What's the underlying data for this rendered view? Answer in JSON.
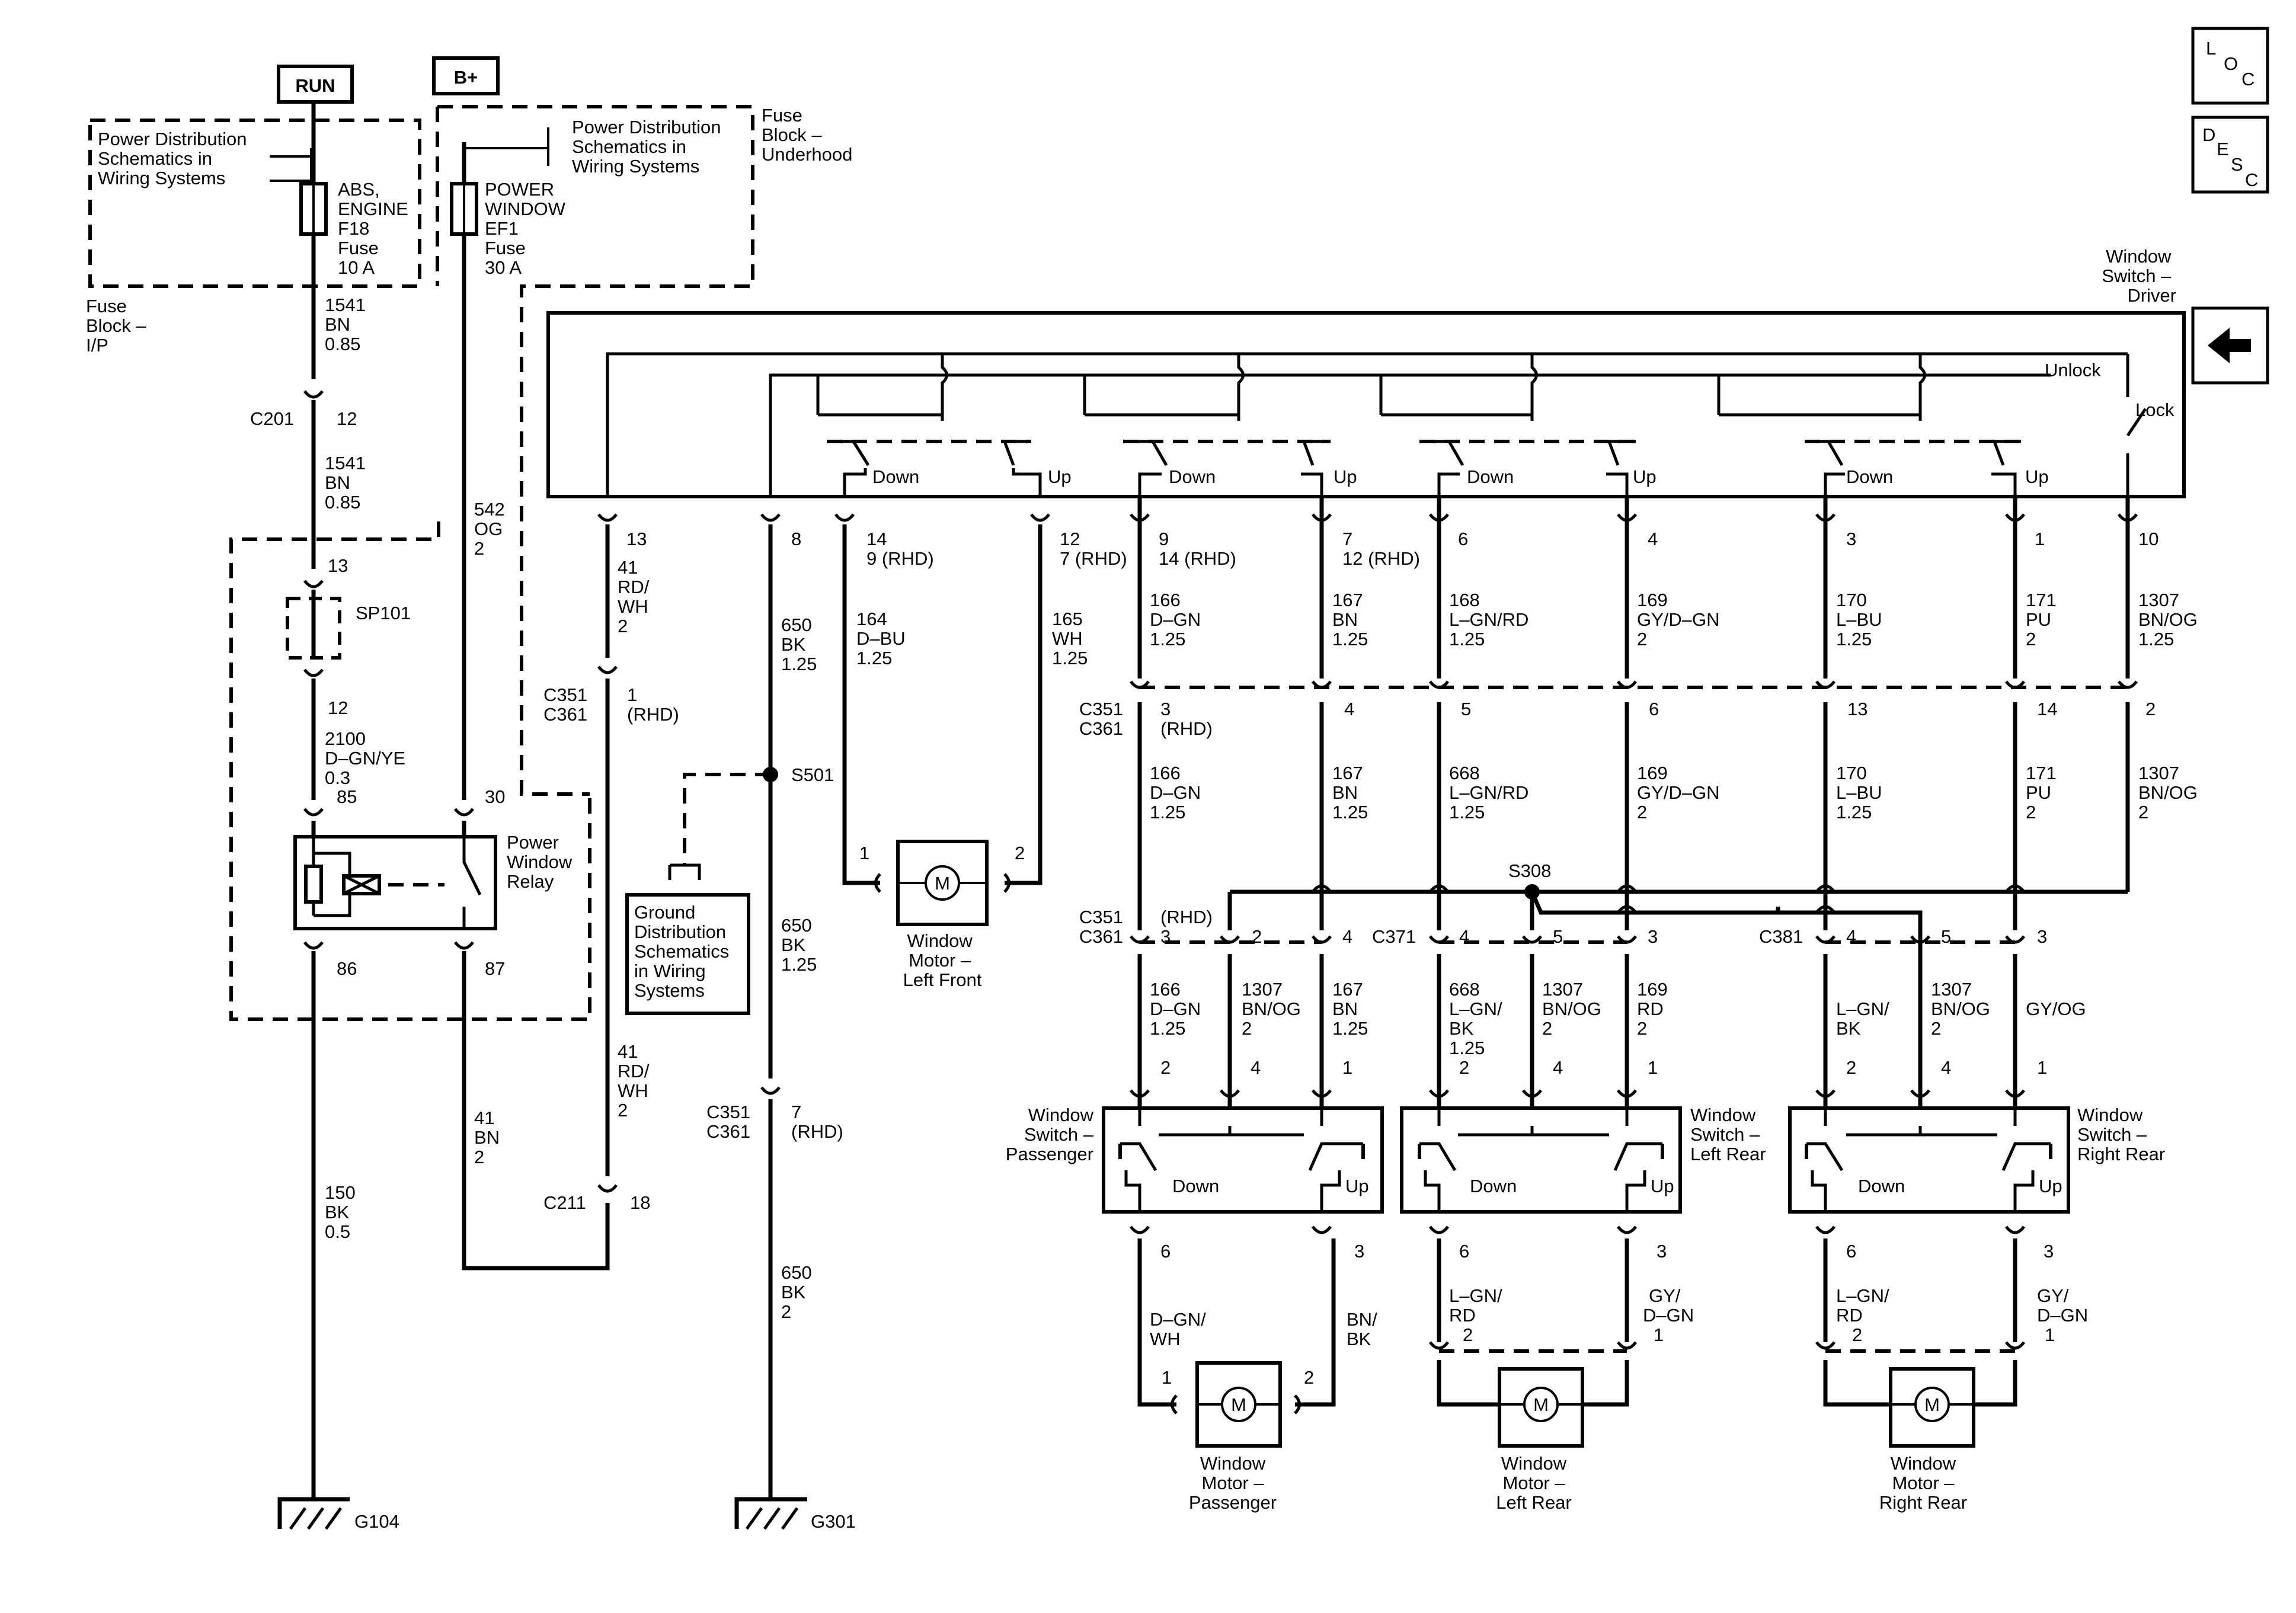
{
  "icons": {
    "loc": [
      "L",
      "O",
      "C"
    ],
    "desc": [
      "D",
      "E",
      "S",
      "C"
    ],
    "nav": "left-arrow-icon"
  },
  "power": {
    "run": "RUN",
    "bplus": "B+",
    "pds_left": [
      "Power Distribution",
      "Schematics in",
      "Wiring Systems"
    ],
    "pds_right": [
      "Power Distribution",
      "Schematics in",
      "Wiring Systems"
    ],
    "fuse_f18": [
      "ABS,",
      "ENGINE",
      "F18",
      "Fuse",
      "10 A"
    ],
    "fuse_ef1": [
      "POWER",
      "WINDOW",
      "EF1",
      "Fuse",
      "30 A"
    ],
    "fuse_block_ip": [
      "Fuse",
      "Block –",
      "I/P"
    ],
    "fuse_block_uh": [
      "Fuse",
      "Block –",
      "Underhood"
    ]
  },
  "left_circuit": {
    "w1541a": [
      "1541",
      "BN",
      "0.85"
    ],
    "c201": "C201",
    "c201_pin": "12",
    "w1541b": [
      "1541",
      "BN",
      "0.85"
    ],
    "w542": [
      "542",
      "OG",
      "2"
    ],
    "sp_pin13": "13",
    "sp101": "SP101",
    "sp_pin12": "12",
    "w2100": [
      "2100",
      "D–GN/YE",
      "0.3"
    ],
    "relay_pin85": "85",
    "relay_pin30": "30",
    "relay_name": [
      "Power",
      "Window",
      "Relay"
    ],
    "relay_pin86": "86",
    "relay_pin87": "87",
    "w150": [
      "150",
      "BK",
      "0.5"
    ],
    "w41bn": [
      "41",
      "BN",
      "2"
    ],
    "g104": "G104"
  },
  "mid_circuit": {
    "pin13": "13",
    "w41a": [
      "41",
      "RD/",
      "WH",
      "2"
    ],
    "c351_rhd1": [
      "C351",
      "C361"
    ],
    "c351_rhd1_pin": [
      "1",
      "(RHD)"
    ],
    "w41b": [
      "41",
      "RD/",
      "WH",
      "2"
    ],
    "c211": "C211",
    "c211_pin": "18",
    "pin8": "8",
    "w650a": [
      "650",
      "BK",
      "1.25"
    ],
    "s501": "S501",
    "ground_ref": [
      "Ground",
      "Distribution",
      "Schematics",
      "in Wiring",
      "Systems"
    ],
    "w650b": [
      "650",
      "BK",
      "1.25"
    ],
    "c351_7": [
      "C351",
      "C361"
    ],
    "c351_7_pin": [
      "7",
      "(RHD)"
    ],
    "w650c": [
      "650",
      "BK",
      "2"
    ],
    "g301": "G301",
    "pin14": [
      "14",
      "9 (RHD)"
    ],
    "pin12": [
      "12",
      "7 (RHD)"
    ],
    "w164": [
      "164",
      "D–BU",
      "1.25"
    ],
    "w165": [
      "165",
      "WH",
      "1.25"
    ],
    "motor_lf_pin1": "1",
    "motor_lf_pin2": "2",
    "motor_lf": [
      "Window",
      "Motor –",
      "Left Front"
    ],
    "motor_symbol": "M"
  },
  "driver_switch": {
    "title": [
      "Window",
      "Switch –",
      "Driver"
    ],
    "unlock": "Unlock",
    "lock": "Lock",
    "down": "Down",
    "up": "Up",
    "pins": [
      {
        "pin": "9",
        "rhd": "14 (RHD)"
      },
      {
        "pin": "7",
        "rhd": "12 (RHD)"
      },
      {
        "pin": "6",
        "rhd": ""
      },
      {
        "pin": "4",
        "rhd": ""
      },
      {
        "pin": "3",
        "rhd": ""
      },
      {
        "pin": "1",
        "rhd": ""
      },
      {
        "pin": "10",
        "rhd": ""
      }
    ],
    "wires_top": [
      [
        "166",
        "D–GN",
        "1.25"
      ],
      [
        "167",
        "BN",
        "1.25"
      ],
      [
        "168",
        "L–GN/RD",
        "1.25"
      ],
      [
        "169",
        "GY/D–GN",
        "2"
      ],
      [
        "170",
        "L–BU",
        "1.25"
      ],
      [
        "171",
        "PU",
        "2"
      ],
      [
        "1307",
        "BN/OG",
        "1.25"
      ]
    ],
    "c351_label": [
      "C351",
      "C361"
    ],
    "c351_pins": [
      "3",
      "4",
      "5",
      "6",
      "13",
      "14",
      "2"
    ],
    "c351_rhd": "(RHD)",
    "wires_mid": [
      [
        "166",
        "D–GN",
        "1.25"
      ],
      [
        "167",
        "BN",
        "1.25"
      ],
      [
        "668",
        "L–GN/RD",
        "1.25"
      ],
      [
        "169",
        "GY/D–GN",
        "2"
      ],
      [
        "170",
        "L–BU",
        "1.25"
      ],
      [
        "171",
        "PU",
        "2"
      ],
      [
        "1307",
        "BN/OG",
        "2"
      ]
    ]
  },
  "lower": {
    "s308": "S308",
    "c351b": [
      "C351",
      "C361"
    ],
    "c351b_rhd": "(RHD)",
    "c351b_pins": [
      "3",
      "2",
      "4"
    ],
    "c371": "C371",
    "c371_pins": [
      "4",
      "5",
      "3"
    ],
    "c381": "C381",
    "c381_pins": [
      "4",
      "5",
      "3"
    ],
    "wires_pass": [
      [
        "166",
        "D–GN",
        "1.25"
      ],
      [
        "1307",
        "BN/OG",
        "2"
      ],
      [
        "167",
        "BN",
        "1.25"
      ]
    ],
    "wires_lr": [
      [
        "668",
        "L–GN/",
        "BK",
        "1.25"
      ],
      [
        "1307",
        "BN/OG",
        "2"
      ],
      [
        "169",
        "RD",
        "2"
      ]
    ],
    "wires_rr": [
      [
        "L–GN/",
        "BK"
      ],
      [
        "1307",
        "BN/OG",
        "2"
      ],
      [
        "GY/OG"
      ]
    ],
    "sw_pins_top": [
      "2",
      "4",
      "1"
    ],
    "switch_pass": [
      "Window",
      "Switch –",
      "Passenger"
    ],
    "switch_lr": [
      "Window",
      "Switch –",
      "Left Rear"
    ],
    "switch_rr": [
      "Window",
      "Switch –",
      "Right Rear"
    ],
    "down": "Down",
    "up": "Up",
    "sw_pins_bottom": [
      "6",
      "3"
    ],
    "pass_motor_wires": [
      [
        "D–GN/",
        "WH"
      ],
      [
        "BN/",
        "BK"
      ]
    ],
    "pass_motor_pins": [
      "1",
      "2"
    ],
    "lr_motor_wires": [
      [
        "L–GN/",
        "RD",
        "2"
      ],
      [
        "GY/",
        "D–GN",
        "1"
      ]
    ],
    "rr_motor_wires": [
      [
        "L–GN/",
        "RD",
        "2"
      ],
      [
        "GY/",
        "D–GN",
        "1"
      ]
    ],
    "motor_pass": [
      "Window",
      "Motor –",
      "Passenger"
    ],
    "motor_lr": [
      "Window",
      "Motor –",
      "Left Rear"
    ],
    "motor_rr": [
      "Window",
      "Motor –",
      "Right Rear"
    ],
    "motor_symbol": "M"
  }
}
